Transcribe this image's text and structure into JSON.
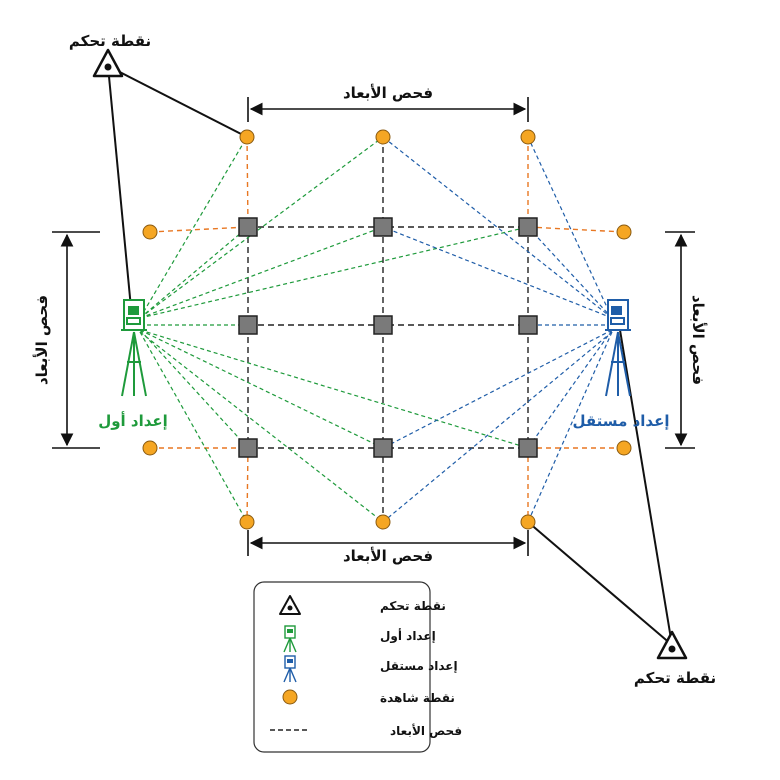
{
  "labels": {
    "control_point": "نقطة تحكم",
    "dimension_check": "فحص الأبعاد",
    "first_setup": "إعداد أول",
    "independent_setup": "إعداد مستقل"
  },
  "legend": {
    "items": [
      {
        "icon": "control-point-icon",
        "label": "نقطة تحكم"
      },
      {
        "icon": "first-setup-instrument-icon",
        "label": "إعداد أول"
      },
      {
        "icon": "independent-setup-instrument-icon",
        "label": "إعداد مستقل"
      },
      {
        "icon": "witness-point-icon",
        "label": "نقطة شاهدة"
      },
      {
        "icon": "dimension-check-line-icon",
        "label": "فحص الأبعاد"
      }
    ]
  },
  "colors": {
    "first_setup": "#1e9a3b",
    "independent_setup": "#1f5da8",
    "witness_point": "#f5a623",
    "witness_line": "#e87722",
    "grid_line": "#222222",
    "grid_point": "#7a7a7a"
  }
}
